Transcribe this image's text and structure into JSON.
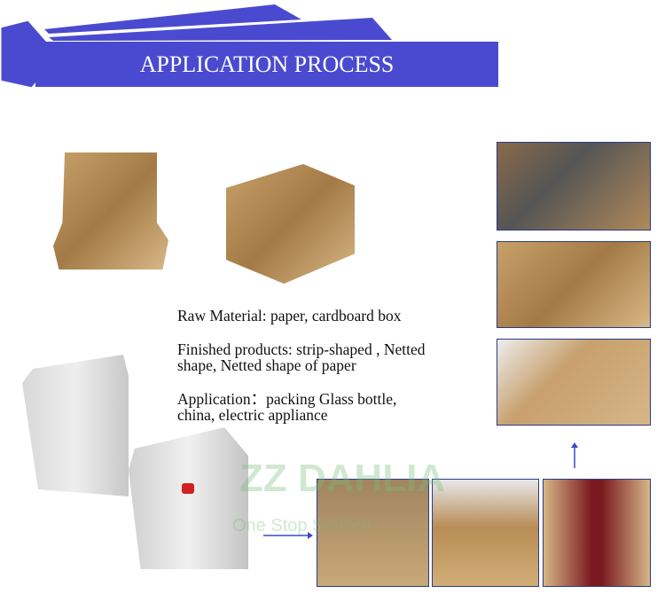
{
  "banner": {
    "title": "APPLICATION PROCESS",
    "color": "#4a4ad0"
  },
  "description": {
    "raw_material": "Raw Material: paper, cardboard box",
    "finished_line1": "Finished products: strip-shaped , Netted",
    "finished_line2": "shape, Netted shape of paper",
    "application_line1": "Application：packing  Glass bottle,",
    "application_line2": "china, electric appliance"
  },
  "watermark": {
    "brand": "ZZ DAHLIA",
    "tagline": "One Stop Service"
  },
  "icons": {
    "flow_right": "arrow-right-icon",
    "flow_up": "arrow-up-icon"
  }
}
